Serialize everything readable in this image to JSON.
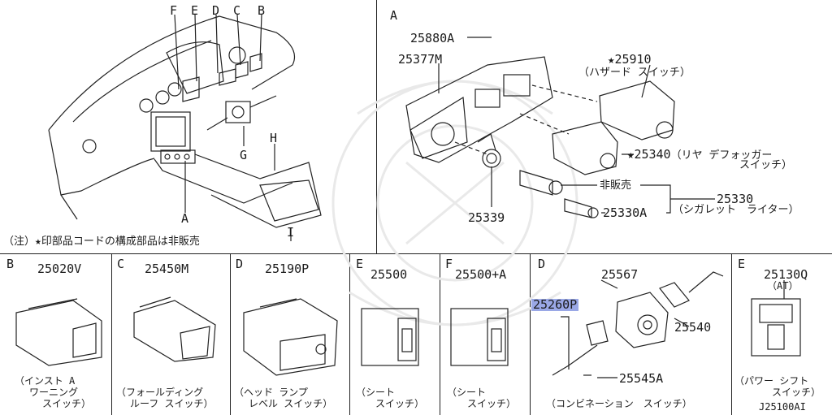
{
  "overview": {
    "letters": [
      "F",
      "E",
      "D",
      "C",
      "B",
      "G",
      "H",
      "A",
      "I"
    ],
    "note": "（注）★印部品コードの構成部品は非販売"
  },
  "section_a": {
    "letter": "A",
    "parts": {
      "p25880a": "25880A",
      "p25377m": "25377M",
      "p25910": "25910",
      "p25910_desc": "（ハザード スイッチ）",
      "p25340": "25340",
      "p25340_desc1": "（リヤ デフォッガー",
      "p25340_desc2": "スイッチ）",
      "hihanbai": "非販売",
      "p25330": "25330",
      "p25330_desc": "（シガレット　ライター）",
      "p25339": "25339",
      "p25330a": "25330A"
    },
    "star": "★"
  },
  "panels": [
    {
      "letter": "B",
      "part": "25020V",
      "desc1": "（インスト A",
      "desc2": "ワーニング",
      "desc3": "スイッチ）"
    },
    {
      "letter": "C",
      "part": "25450M",
      "desc1": "（フォールディング",
      "desc2": "ルーフ スイッチ）",
      "desc3": ""
    },
    {
      "letter": "D",
      "part": "25190P",
      "desc1": "（ヘッド ランプ",
      "desc2": "レベル スイッチ）",
      "desc3": ""
    },
    {
      "letter": "E",
      "part": "25500",
      "desc1": "（シート",
      "desc2": "スイッチ）",
      "desc3": ""
    },
    {
      "letter": "F",
      "part": "25500+A",
      "desc1": "（シート",
      "desc2": "スイッチ）",
      "desc3": ""
    }
  ],
  "combo": {
    "letter": "D",
    "p25567": "25567",
    "p25260p": "25260P",
    "p25540": "25540",
    "p25545a": "25545A",
    "desc": "（コンビネーション　スイッチ）"
  },
  "panel_e2": {
    "letter": "E",
    "part": "25130Q",
    "sub": "（AT）",
    "desc1": "（パワー シフト",
    "desc2": "スイッチ）",
    "code": "J25100AI"
  }
}
